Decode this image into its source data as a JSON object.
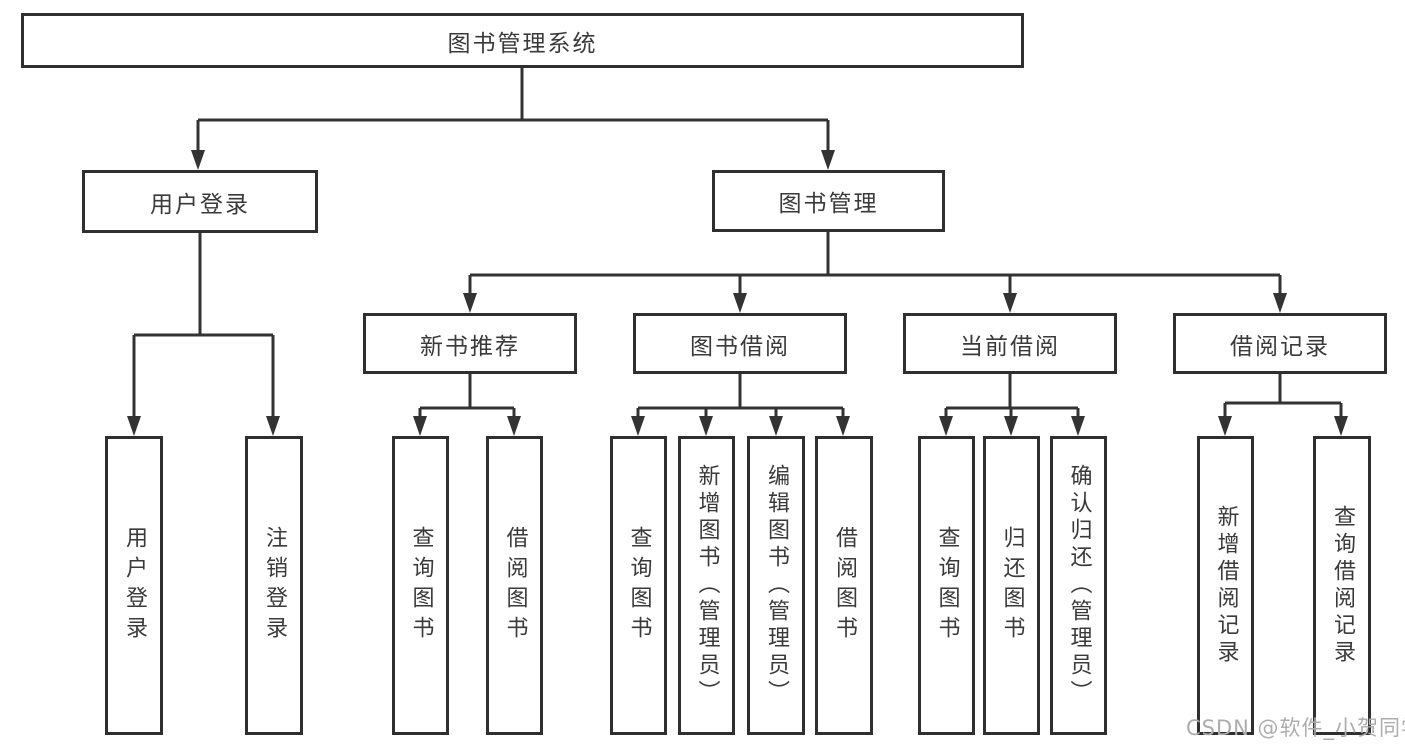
{
  "diagram": {
    "root": {
      "label": "图书管理系统",
      "children": [
        {
          "label": "用户登录",
          "children": [
            {
              "label": "用户登录"
            },
            {
              "label": "注销登录"
            }
          ]
        },
        {
          "label": "图书管理",
          "children": [
            {
              "label": "新书推荐",
              "children": [
                {
                  "label": "查询图书"
                },
                {
                  "label": "借阅图书"
                }
              ]
            },
            {
              "label": "图书借阅",
              "children": [
                {
                  "label": "查询图书"
                },
                {
                  "label": "新增图书（管理员）"
                },
                {
                  "label": "编辑图书（管理员）"
                },
                {
                  "label": "借阅图书"
                }
              ]
            },
            {
              "label": "当前借阅",
              "children": [
                {
                  "label": "查询图书"
                },
                {
                  "label": "归还图书"
                },
                {
                  "label": "确认归还（管理员）"
                }
              ]
            },
            {
              "label": "借阅记录",
              "children": [
                {
                  "label": "新增借阅记录"
                },
                {
                  "label": "查询借阅记录"
                }
              ]
            }
          ]
        }
      ]
    }
  },
  "watermark": "CSDN @软件_小贺同学",
  "colors": {
    "line": "#333333",
    "box_border": "#2f2f2f",
    "text": "#3a3a3a",
    "watermark": "#adadad",
    "background": "#ffffff"
  }
}
